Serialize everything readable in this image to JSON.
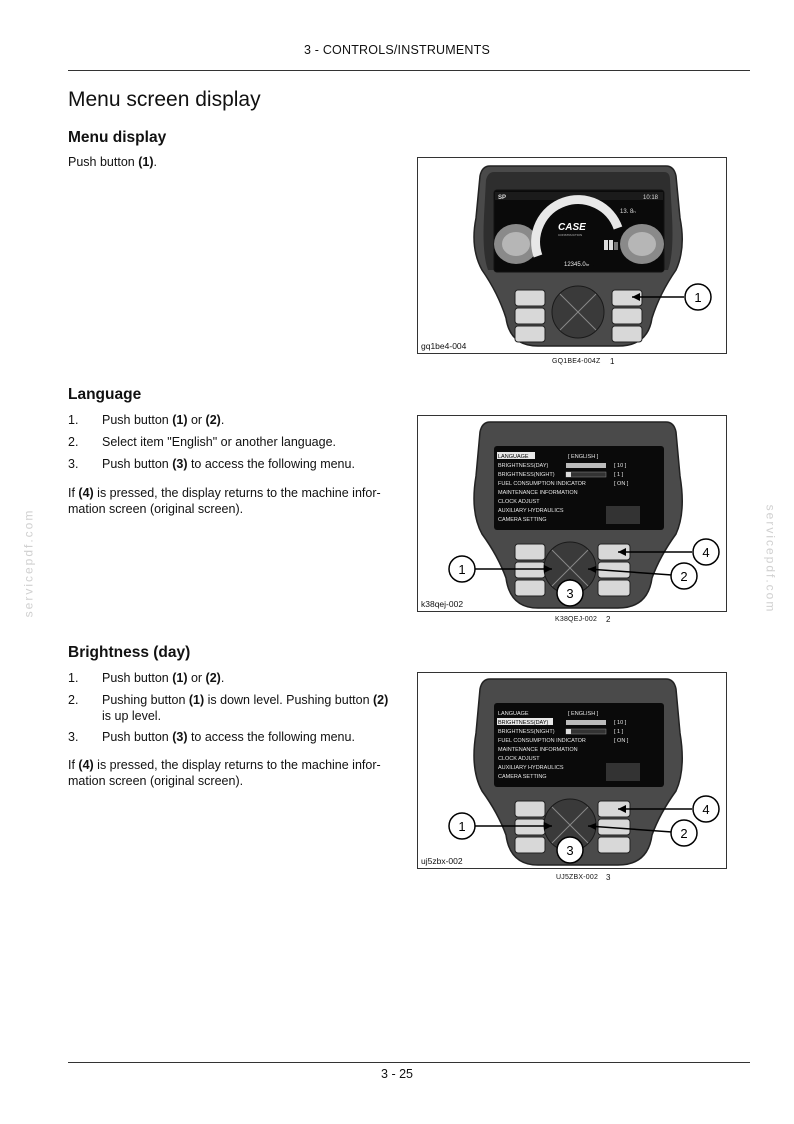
{
  "header": {
    "section": "3 - CONTROLS/INSTRUMENTS"
  },
  "page_title": "Menu screen display",
  "menu_display": {
    "heading": "Menu display",
    "step_prefix": "Push button ",
    "step_ref": "(1)",
    "step_suffix": ".",
    "figure": {
      "code": "gq1be4-004",
      "caption": "GQ1BE4-004Z",
      "number": "1",
      "callouts": [
        "1"
      ]
    },
    "screen": {
      "sp": "SP",
      "time": "10:18",
      "hours_top": "13. 8",
      "hours_top_unit": "h",
      "hourmeter": "12345.0",
      "hourmeter_unit": "hr",
      "brand": "CASE",
      "brand_sub": "CONSTRUCTION"
    }
  },
  "language": {
    "heading": "Language",
    "steps": [
      {
        "n": "1.",
        "a": "Push button ",
        "b": "(1)",
        "c": " or ",
        "d": "(2)",
        "e": "."
      },
      {
        "n": "2.",
        "text": "Select item \"English\" or another language."
      },
      {
        "n": "3.",
        "a": "Push button ",
        "b": "(3)",
        "c": " to access the following menu."
      }
    ],
    "note": {
      "a": "If ",
      "b": "(4)",
      "c": " is pressed, the display returns to the machine infor-",
      "d": "mation screen (original screen)."
    },
    "figure": {
      "code": "k38qej-002",
      "caption": "K38QEJ-002",
      "number": "2",
      "callouts": [
        "1",
        "2",
        "3",
        "4"
      ]
    },
    "menu": [
      {
        "label": "LANGUAGE",
        "value": "[ ENGLISH ]"
      },
      {
        "label": "BRIGHTNESS(DAY)",
        "value": "[ 10 ]"
      },
      {
        "label": "BRIGHTNESS(NIGHT)",
        "value": "[ 1 ]"
      },
      {
        "label": "FUEL CONSUMPTION INDICATOR",
        "value": "[ ON ]"
      },
      {
        "label": "MAINTENANCE INFORMATION",
        "value": ""
      },
      {
        "label": "CLOCK ADJUST",
        "value": ""
      },
      {
        "label": "AUXILIARY HYDRAULICS",
        "value": ""
      },
      {
        "label": "CAMERA SETTING",
        "value": ""
      }
    ]
  },
  "brightness_day": {
    "heading": "Brightness (day)",
    "steps": [
      {
        "n": "1.",
        "a": "Push button ",
        "b": "(1)",
        "c": " or ",
        "d": "(2)",
        "e": "."
      },
      {
        "n": "2.",
        "a": "Pushing button ",
        "b": "(1)",
        "c": " is down level. Pushing button ",
        "d": "(2)",
        "e": "is up level."
      },
      {
        "n": "3.",
        "a": "Push button ",
        "b": "(3)",
        "c": " to access the following menu."
      }
    ],
    "note": {
      "a": "If ",
      "b": "(4)",
      "c": " is pressed, the display returns to the machine infor-",
      "d": "mation screen (original screen)."
    },
    "figure": {
      "code": "uj5zbx-002",
      "caption": "UJ5ZBX-002",
      "number": "3",
      "callouts": [
        "1",
        "2",
        "3",
        "4"
      ]
    }
  },
  "watermark": "servicepdf.com",
  "footer": {
    "page": "3 - 25"
  }
}
